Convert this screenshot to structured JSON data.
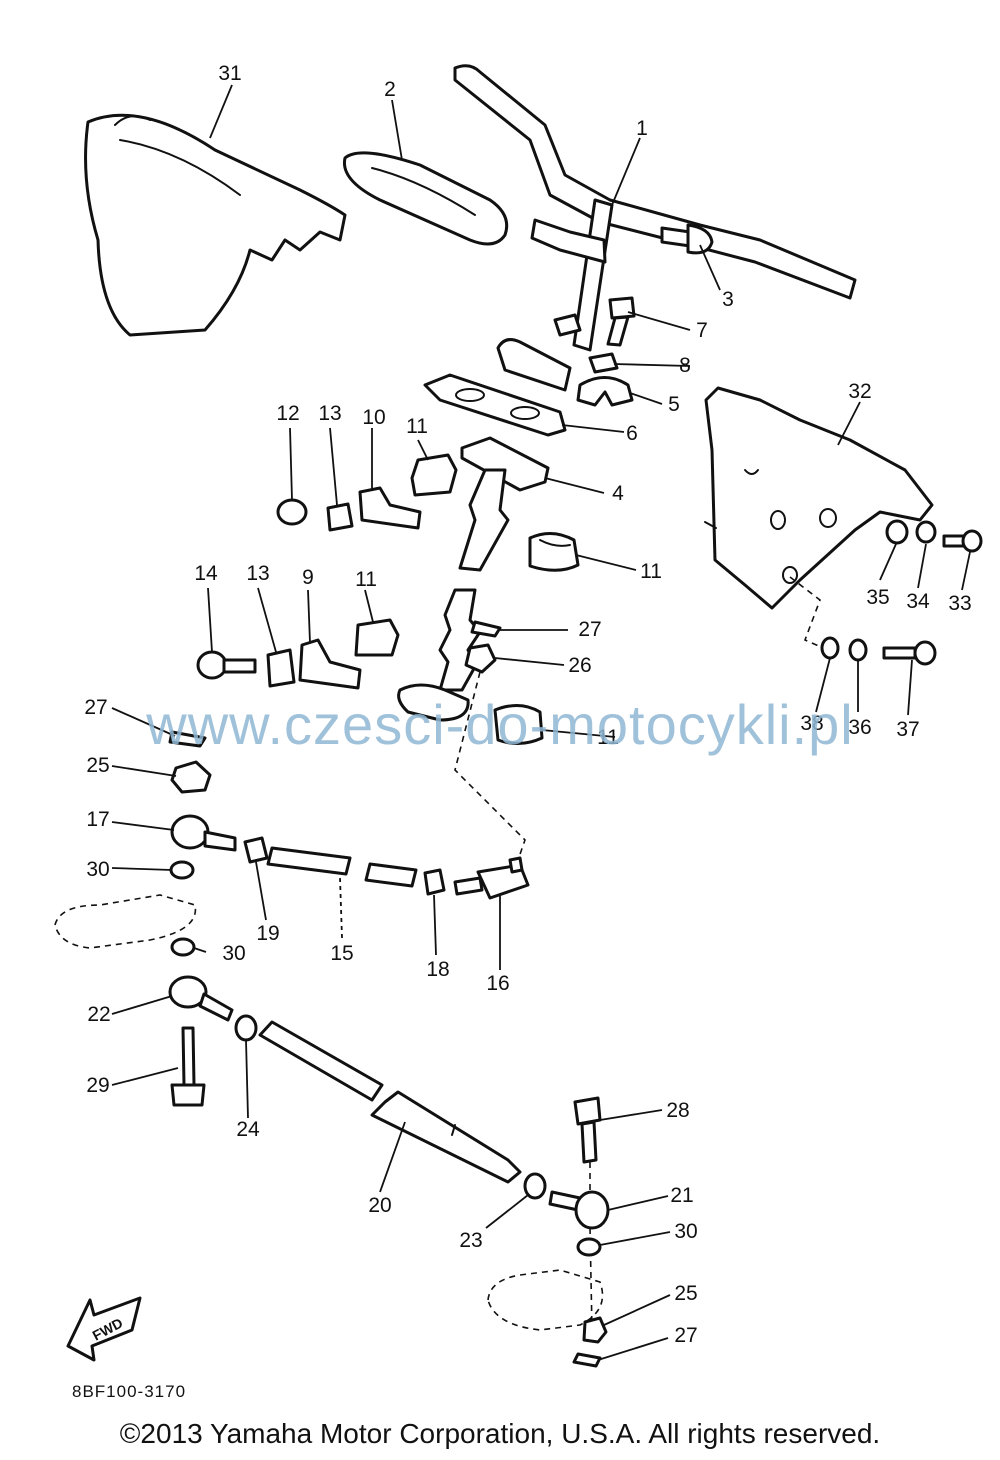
{
  "callouts": [
    {
      "label": "1"
    },
    {
      "label": "2"
    },
    {
      "label": "3"
    },
    {
      "label": "4"
    },
    {
      "label": "5"
    },
    {
      "label": "6"
    },
    {
      "label": "7"
    },
    {
      "label": "8"
    },
    {
      "label": "9"
    },
    {
      "label": "10"
    },
    {
      "label": "11"
    },
    {
      "label": "11"
    },
    {
      "label": "11"
    },
    {
      "label": "11"
    },
    {
      "label": "12"
    },
    {
      "label": "13"
    },
    {
      "label": "13"
    },
    {
      "label": "14"
    },
    {
      "label": "15"
    },
    {
      "label": "16"
    },
    {
      "label": "17"
    },
    {
      "label": "18"
    },
    {
      "label": "19"
    },
    {
      "label": "20"
    },
    {
      "label": "21"
    },
    {
      "label": "22"
    },
    {
      "label": "23"
    },
    {
      "label": "24"
    },
    {
      "label": "25"
    },
    {
      "label": "25"
    },
    {
      "label": "26"
    },
    {
      "label": "27"
    },
    {
      "label": "27"
    },
    {
      "label": "27"
    },
    {
      "label": "28"
    },
    {
      "label": "29"
    },
    {
      "label": "30"
    },
    {
      "label": "30"
    },
    {
      "label": "30"
    },
    {
      "label": "31"
    },
    {
      "label": "32"
    },
    {
      "label": "33"
    },
    {
      "label": "34"
    },
    {
      "label": "35"
    },
    {
      "label": "36"
    },
    {
      "label": "37"
    },
    {
      "label": "38"
    }
  ],
  "find_arrow": {
    "label": "FWD"
  },
  "drawing_code": "8BF100-3170",
  "watermark": "www.czesci-do-motocykli.pl",
  "copyright": "©2013 Yamaha Motor Corporation, U.S.A. All rights reserved."
}
